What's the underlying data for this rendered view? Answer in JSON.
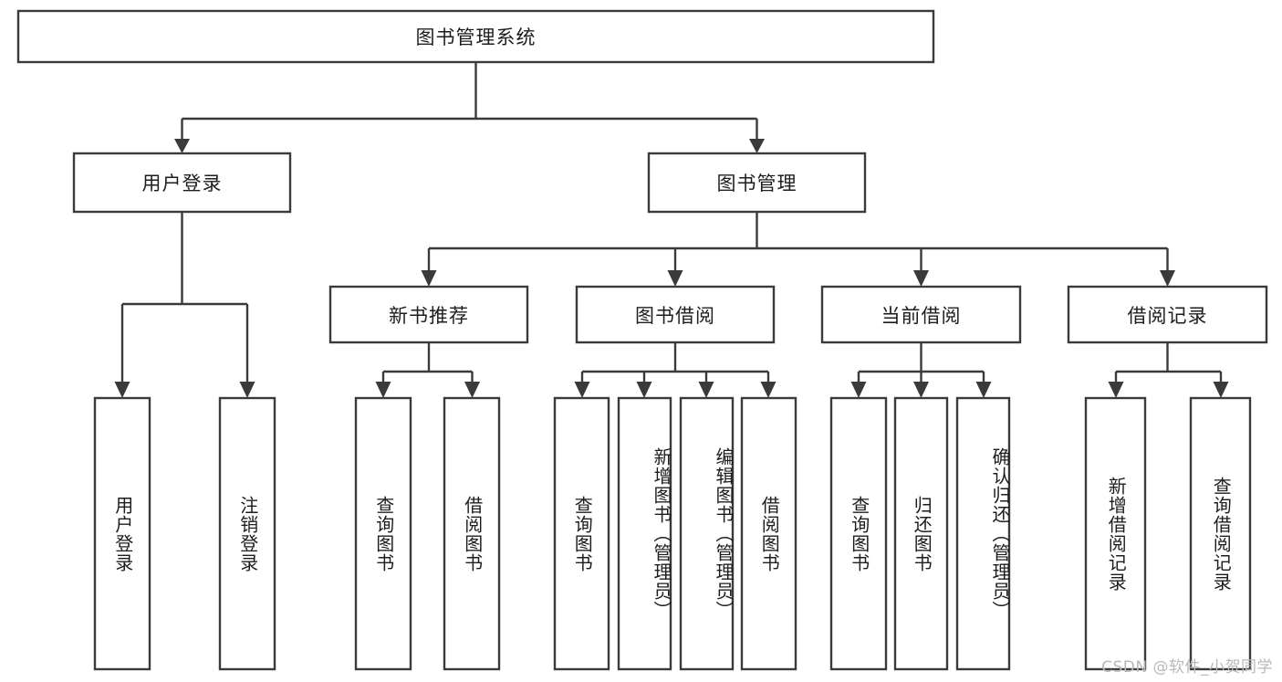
{
  "diagram": {
    "type": "tree-hierarchy-chart",
    "title": "图书管理系统",
    "stroke_color": "#3a3a3a",
    "box_fill": "#ffffff",
    "background": "#ffffff",
    "watermark": "CSDN @软件_小贺同学",
    "levels": {
      "root": {
        "label": "图书管理系统"
      },
      "level2": [
        {
          "label": "用户登录"
        },
        {
          "label": "图书管理"
        }
      ],
      "level3": [
        {
          "label": "新书推荐"
        },
        {
          "label": "图书借阅"
        },
        {
          "label": "当前借阅"
        },
        {
          "label": "借阅记录"
        }
      ],
      "leaves": {
        "user_login_children": [
          {
            "label": "用户登录"
          },
          {
            "label": "注销登录"
          }
        ],
        "new_book_children": [
          {
            "label": "查询图书"
          },
          {
            "label": "借阅图书"
          }
        ],
        "book_borrow_children": [
          {
            "label": "查询图书"
          },
          {
            "label": "新增图书（管理员）"
          },
          {
            "label": "编辑图书（管理员）"
          },
          {
            "label": "借阅图书"
          }
        ],
        "current_borrow_children": [
          {
            "label": "查询图书"
          },
          {
            "label": "归还图书"
          },
          {
            "label": "确认归还（管理员）"
          }
        ],
        "borrow_record_children": [
          {
            "label": "新增借阅记录"
          },
          {
            "label": "查询借阅记录"
          }
        ]
      }
    }
  }
}
